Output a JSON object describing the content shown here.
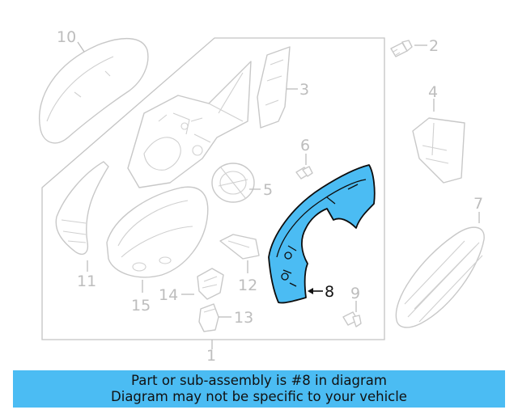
{
  "callouts": {
    "c1": "1",
    "c2": "2",
    "c3": "3",
    "c4": "4",
    "c5": "5",
    "c6": "6",
    "c7": "7",
    "c8": "8",
    "c9": "9",
    "c10": "10",
    "c11": "11",
    "c12": "12",
    "c13": "13",
    "c14": "14",
    "c15": "15"
  },
  "highlighted_part": "8",
  "colors": {
    "highlight": "#4bbcf3",
    "banner": "#4bbcf3",
    "line_art": "#c8c8c8"
  },
  "banner": {
    "line1": "Part or sub-assembly is #8 in diagram",
    "line2": "Diagram may not be specific to your vehicle"
  }
}
